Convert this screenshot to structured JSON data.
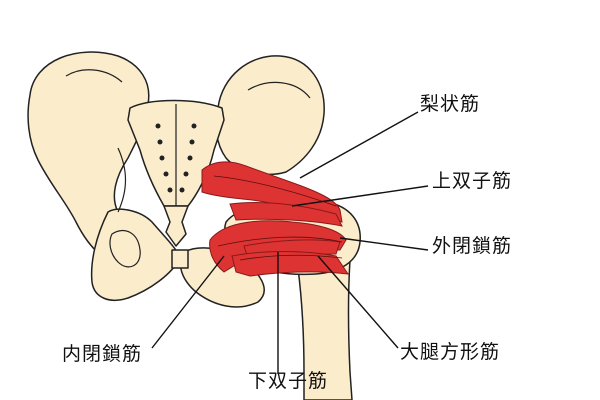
{
  "labels": {
    "piriformis": "梨状筋",
    "superior_gemellus": "上双子筋",
    "obturator_externus": "外閉鎖筋",
    "obturator_internus": "内閉鎖筋",
    "inferior_gemellus": "下双子筋",
    "quadratus_femoris": "大腿方形筋"
  },
  "colors": {
    "bone": "#fbeccc",
    "outline": "#222222",
    "muscle": "#dd3333",
    "muscle_stroke": "#8a1a1a"
  }
}
